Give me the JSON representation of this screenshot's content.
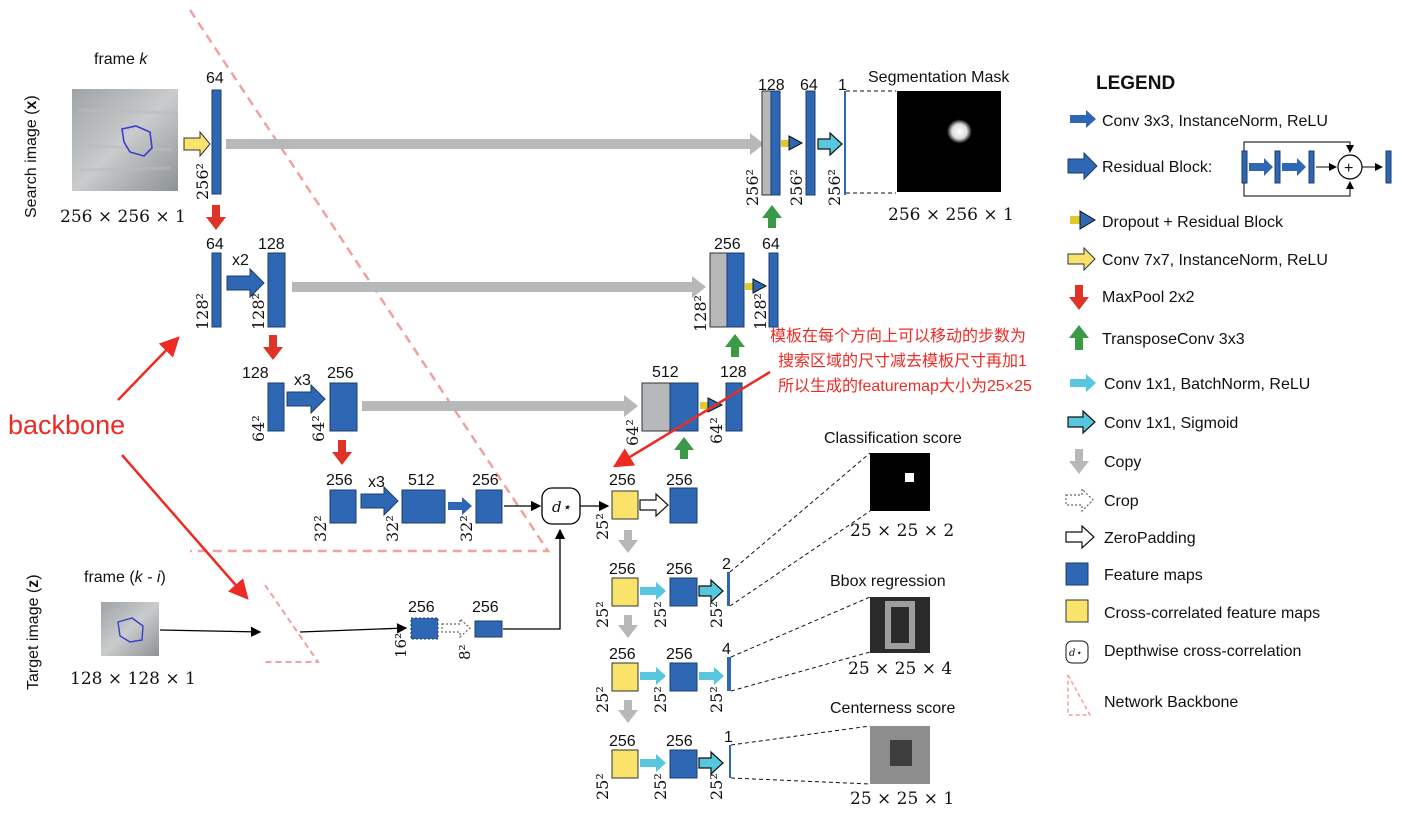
{
  "colors": {
    "feature_blue": "#2e67b3",
    "crosscorr_yellow": "#f9e36b",
    "copy_gray": "#b6b8ba",
    "maxpool_red": "#e03327",
    "transpose_green": "#3a9a46",
    "sigmoid_cyan": "#56c7de",
    "annotation_red": "#ee2a24",
    "dropout_yellow": "#e0c92a"
  },
  "icons": [
    "residual-block-arrow-icon",
    "conv-arrow-icon",
    "conv7-arrow-icon",
    "maxpool-arrow-icon",
    "transpose-arrow-icon",
    "copy-arrow-icon",
    "sigmoid-arrow-icon",
    "crop-arrow-icon",
    "zeropadding-arrow-icon",
    "depthwise-xcorr-icon",
    "backbone-triangle-icon"
  ],
  "inputs": {
    "search_label": "Search image (x)",
    "target_label": "Target image (z)",
    "frame_k": "frame k",
    "frame_k_prefix": "frame",
    "frame_k_italic": "k",
    "frame_ki_prefix": "frame (",
    "frame_ki_italic": "k - i",
    "frame_ki_suffix": ")",
    "search_dims": "256 × 256 × 1",
    "target_dims": "128 × 128 × 1"
  },
  "annotations": {
    "backbone": "backbone",
    "chinese_note": [
      "模板在每个方向上可以移动的步数为",
      "搜索区域的尺寸减去模板尺寸再加1",
      "所以生成的featuremap大小为25×25"
    ]
  },
  "encoder": {
    "l1_ch": "64",
    "l1_sp": "256²",
    "l2_ch_in": "64",
    "l2_ch_out": "128",
    "l2_rep": "x2",
    "l2_sp_in": "128²",
    "l2_sp_out": "128²",
    "l3_ch_in": "128",
    "l3_ch_out": "256",
    "l3_rep": "x3",
    "l3_sp_in": "64²",
    "l3_sp_out": "64²",
    "l4_ch_in": "256",
    "l4_ch_mid": "512",
    "l4_ch_out": "256",
    "l4_rep": "x3",
    "l4_sp_in": "32²",
    "l4_sp_mid": "32²",
    "l4_sp_out": "32²"
  },
  "target_branch": {
    "ch_a": "256",
    "ch_b": "256",
    "sp_a": "16²",
    "sp_b": "8²"
  },
  "xcorr": {
    "symbol": "d⋆",
    "ch": "256",
    "ch_pad": "256",
    "sp": "25²"
  },
  "decoder": {
    "d3_ch": "512",
    "d3_ch_out": "128",
    "d3_sp": "64²",
    "d3_sp_out": "64²",
    "d2_ch": "256",
    "d2_ch_out": "64",
    "d2_sp": "128²",
    "d2_sp_out": "128²",
    "d1_ch": "128",
    "d1_ch_b": "64",
    "d1_ch_c": "1",
    "d1_sp": "256²",
    "d1_sp_b": "256²",
    "d1_sp_c": "256²"
  },
  "heads": {
    "cls": {
      "ch_a": "256",
      "ch_b": "256",
      "ch_out": "2",
      "sp": "25²",
      "title": "Classification score",
      "dims": "25 × 25 × 2"
    },
    "box": {
      "ch_a": "256",
      "ch_b": "256",
      "ch_out": "4",
      "sp": "25²",
      "title": "Bbox regression",
      "dims": "25 × 25 × 4"
    },
    "ctr": {
      "ch_a": "256",
      "ch_b": "256",
      "ch_out": "1",
      "sp": "25²",
      "title": "Centerness score",
      "dims": "25 × 25 × 1"
    }
  },
  "seg": {
    "title": "Segmentation Mask",
    "dims": "256 × 256 × 1"
  },
  "legend": {
    "title": "LEGEND",
    "items": [
      "Conv 3x3, InstanceNorm, ReLU",
      "Residual Block:",
      "Dropout + Residual Block",
      "Conv 7x7, InstanceNorm, ReLU",
      "MaxPool 2x2",
      "TransposeConv 3x3",
      "Conv 1x1, BatchNorm, ReLU",
      "Conv 1x1, Sigmoid",
      "Copy",
      "Crop",
      "ZeroPadding",
      "Feature maps",
      "Cross-correlated feature maps",
      "Depthwise cross-correlation",
      "Network Backbone"
    ],
    "plus": "+",
    "xcorr_symbol": "d⋆"
  }
}
